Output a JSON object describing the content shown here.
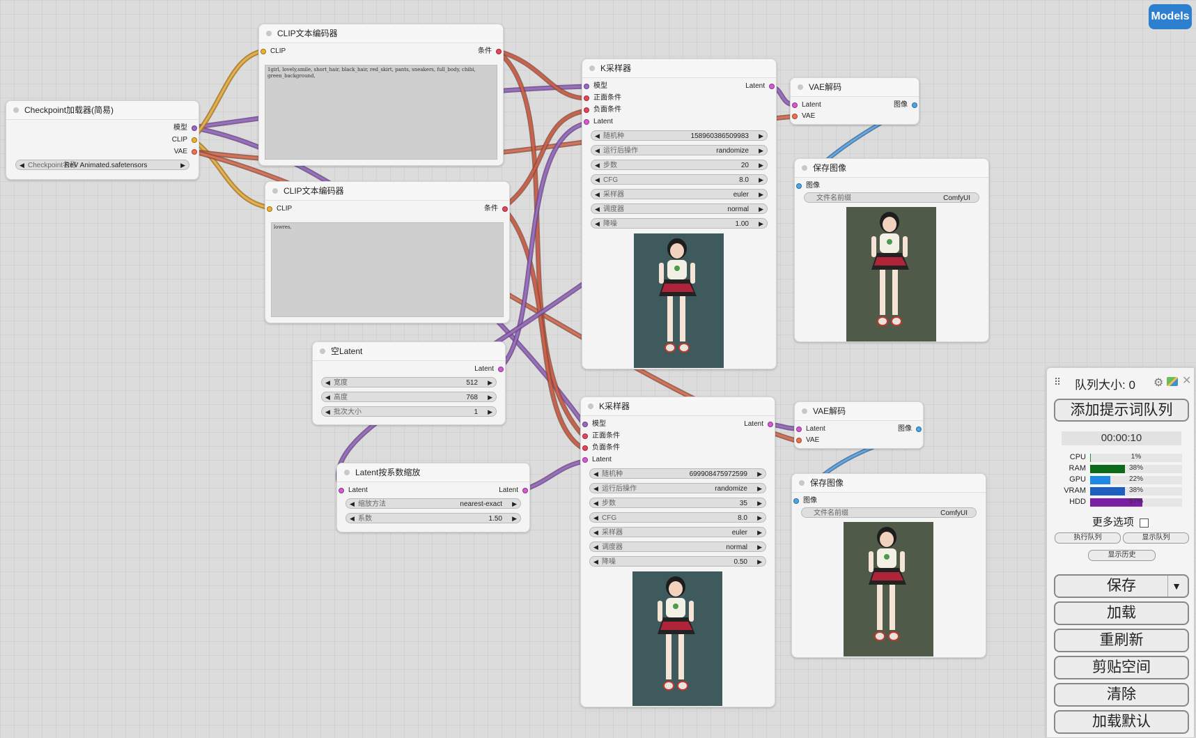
{
  "top_button": {
    "label": "Models"
  },
  "checkpoint_loader": {
    "title": "Checkpoint加载器(简易)",
    "outputs": [
      "模型",
      "CLIP",
      "VAE"
    ],
    "ckpt_label": "Checkpoint名称",
    "ckpt_value": "ReV Animated.safetensors"
  },
  "clip_encoder_pos": {
    "title": "CLIP文本编码器",
    "input": "CLIP",
    "output": "条件",
    "text": "1girl, lovely,smile, short_hair, black_hair, red_skirt, pants, sneakers, full_body, chibi, green_background,"
  },
  "clip_encoder_neg": {
    "title": "CLIP文本编码器",
    "input": "CLIP",
    "output": "条件",
    "text": "lowres,"
  },
  "empty_latent": {
    "title": "空Latent",
    "output": "Latent",
    "widgets": [
      {
        "label": "宽度",
        "value": "512"
      },
      {
        "label": "高度",
        "value": "768"
      },
      {
        "label": "批次大小",
        "value": "1"
      }
    ]
  },
  "latent_upscale": {
    "title": "Latent按系数缩放",
    "input": "Latent",
    "output": "Latent",
    "widgets": [
      {
        "label": "缩放方法",
        "value": "nearest-exact"
      },
      {
        "label": "系数",
        "value": "1.50"
      }
    ]
  },
  "ksampler_1": {
    "title": "K采样器",
    "inputs": [
      "模型",
      "正面条件",
      "负面条件",
      "Latent"
    ],
    "output": "Latent",
    "widgets": [
      {
        "label": "随机种",
        "value": "158960386509983"
      },
      {
        "label": "运行后操作",
        "value": "randomize"
      },
      {
        "label": "步数",
        "value": "20"
      },
      {
        "label": "CFG",
        "value": "8.0"
      },
      {
        "label": "采样器",
        "value": "euler"
      },
      {
        "label": "调度器",
        "value": "normal"
      },
      {
        "label": "降噪",
        "value": "1.00"
      }
    ]
  },
  "ksampler_2": {
    "title": "K采样器",
    "inputs": [
      "模型",
      "正面条件",
      "负面条件",
      "Latent"
    ],
    "output": "Latent",
    "widgets": [
      {
        "label": "随机种",
        "value": "699908475972599"
      },
      {
        "label": "运行后操作",
        "value": "randomize"
      },
      {
        "label": "步数",
        "value": "35"
      },
      {
        "label": "CFG",
        "value": "8.0"
      },
      {
        "label": "采样器",
        "value": "euler"
      },
      {
        "label": "调度器",
        "value": "normal"
      },
      {
        "label": "降噪",
        "value": "0.50"
      }
    ]
  },
  "vae_decode_1": {
    "title": "VAE解码",
    "inputs": [
      "Latent",
      "VAE"
    ],
    "output": "图像"
  },
  "vae_decode_2": {
    "title": "VAE解码",
    "inputs": [
      "Latent",
      "VAE"
    ],
    "output": "图像"
  },
  "save_image_1": {
    "title": "保存图像",
    "input": "图像",
    "prefix_label": "文件名前缀",
    "prefix_value": "ComfyUI"
  },
  "save_image_2": {
    "title": "保存图像",
    "input": "图像",
    "prefix_label": "文件名前缀",
    "prefix_value": "ComfyUI"
  },
  "panel": {
    "queue_label": "队列大小: 0",
    "queue_prompt": "添加提示词队列",
    "timer": "00:00:10",
    "stats": [
      {
        "label": "CPU",
        "value": "1%",
        "fraction": 0.01,
        "color": "#2e8b2e"
      },
      {
        "label": "RAM",
        "value": "38%",
        "fraction": 0.38,
        "color": "#0b6b1a"
      },
      {
        "label": "GPU",
        "value": "22%",
        "fraction": 0.22,
        "color": "#1e88e5"
      },
      {
        "label": "VRAM",
        "value": "38%",
        "fraction": 0.38,
        "color": "#1e5fc0"
      },
      {
        "label": "HDD",
        "value": "57%",
        "fraction": 0.57,
        "color": "#7b1fa2"
      }
    ],
    "extra_options": "更多选项",
    "run_queue": "执行队列",
    "show_queue": "显示队列",
    "show_history": "显示历史",
    "save": "保存",
    "save_arrow": "▼",
    "load": "加载",
    "refresh": "重刷新",
    "clipspace": "剪贴空间",
    "clear": "清除",
    "load_default": "加载默认"
  },
  "colors": {
    "model_wire": "#8e5fb5",
    "clip_wire": "#e5a53a",
    "vae_wire": "#d8735a",
    "cond_wire": "#c96350",
    "image_wire": "#4f8fc9",
    "accent": "#2d7fcf"
  }
}
